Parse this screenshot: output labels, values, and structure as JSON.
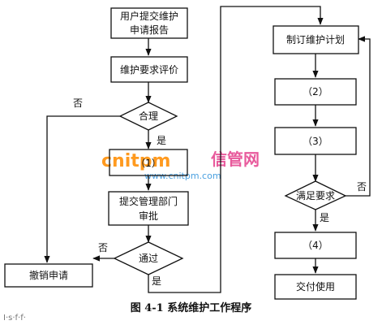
{
  "nodes": {
    "submit_request": [
      "用户提交维护",
      "申请报告"
    ],
    "evaluate": "维护要求评价",
    "reasonable": "合理",
    "step1": "（1）",
    "mgmt_approval": [
      "提交管理部门",
      "审批"
    ],
    "approved": "通过",
    "cancel": "撤销申请",
    "plan": "制订维护计划",
    "step2": "（2）",
    "step3": "（3）",
    "meets_req": "满足要求",
    "step4": "（4）",
    "deliver": "交付使用"
  },
  "edges": {
    "yes": "是",
    "no": "否"
  },
  "caption": "图 4-1 系统维护工作程序",
  "watermark": {
    "brand": "cnitpm",
    "cn": "信管网",
    "url": "www.cnitpm.com"
  },
  "corner_text": "I·s·f·f·"
}
